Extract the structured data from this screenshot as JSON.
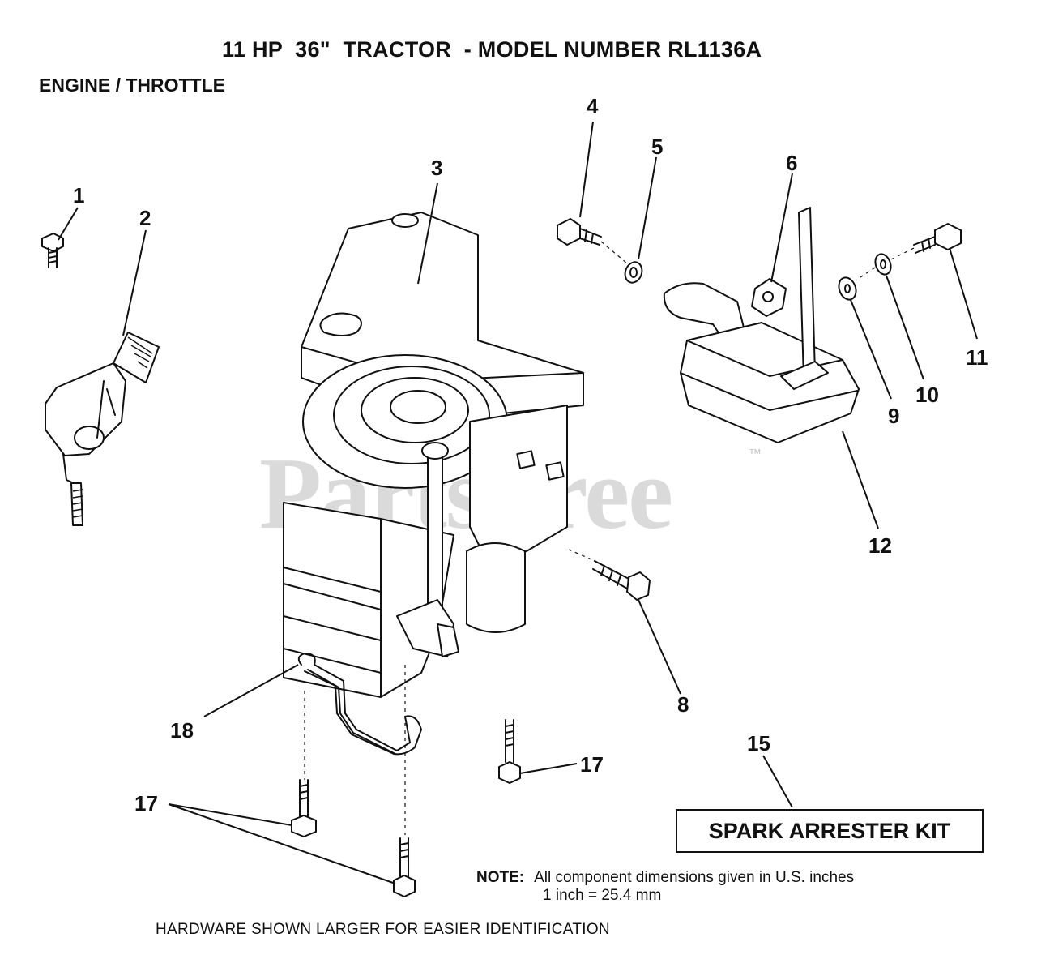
{
  "title": "11 HP  36\"  TRACTOR  - MODEL NUMBER RL1136A",
  "subtitle": "ENGINE / THROTTLE",
  "callouts": [
    "1",
    "2",
    "3",
    "4",
    "5",
    "6",
    "8",
    "9",
    "10",
    "11",
    "12",
    "15",
    "17",
    "17",
    "18"
  ],
  "kit_label": "SPARK ARRESTER KIT",
  "note": {
    "label": "NOTE:",
    "line1": "All component dimensions given in U.S. inches",
    "line2": "1 inch = 25.4 mm"
  },
  "hardware_note": "HARDWARE SHOWN LARGER FOR EASIER IDENTIFICATION",
  "watermark": "PartsTree",
  "watermark_mark": "™"
}
